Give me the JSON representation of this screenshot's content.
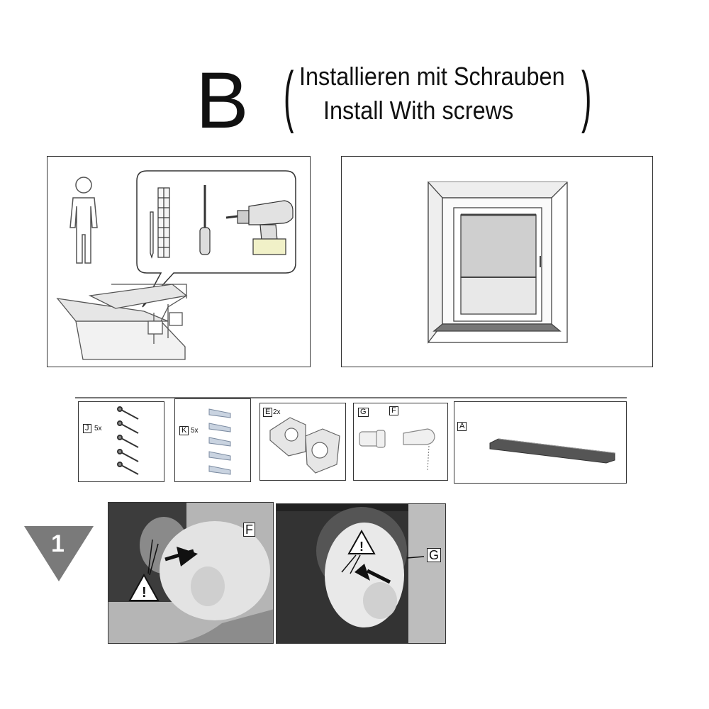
{
  "header": {
    "section_letter": "B",
    "line_de": "Installieren  mit Schrauben",
    "line_en": "Install   With screws"
  },
  "parts": [
    {
      "label": "J",
      "qty": "5x"
    },
    {
      "label": "K",
      "qty": "5x"
    },
    {
      "label": "E",
      "qty": "2x"
    },
    {
      "label": "G",
      "qty": ""
    },
    {
      "label": "F",
      "qty": ""
    },
    {
      "label": "A",
      "qty": ""
    }
  ],
  "step": {
    "number": "1",
    "photo_left_label": "F",
    "photo_right_label": "G"
  },
  "colors": {
    "line": "#333333",
    "step_triangle": "#7a7a7a",
    "warning_fill": "#ffffff"
  }
}
